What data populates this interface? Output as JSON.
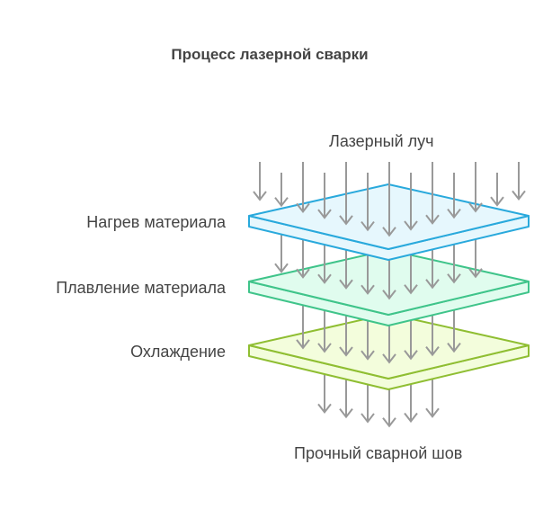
{
  "title": "Процесс лазерной сварки",
  "labels": {
    "beam": "Лазерный луч",
    "heating": "Нагрев материала",
    "melting": "Плавление материала",
    "cooling": "Охлаждение",
    "result": "Прочный сварной шов"
  },
  "layers": [
    {
      "name": "heating",
      "stroke": "#29a9dc",
      "fill": "#e6f7fd"
    },
    {
      "name": "melting",
      "stroke": "#3fc48a",
      "fill": "#e0fcee"
    },
    {
      "name": "cooling",
      "stroke": "#8fbe32",
      "fill": "#f3fddc"
    }
  ],
  "arrow_color": "#999999"
}
